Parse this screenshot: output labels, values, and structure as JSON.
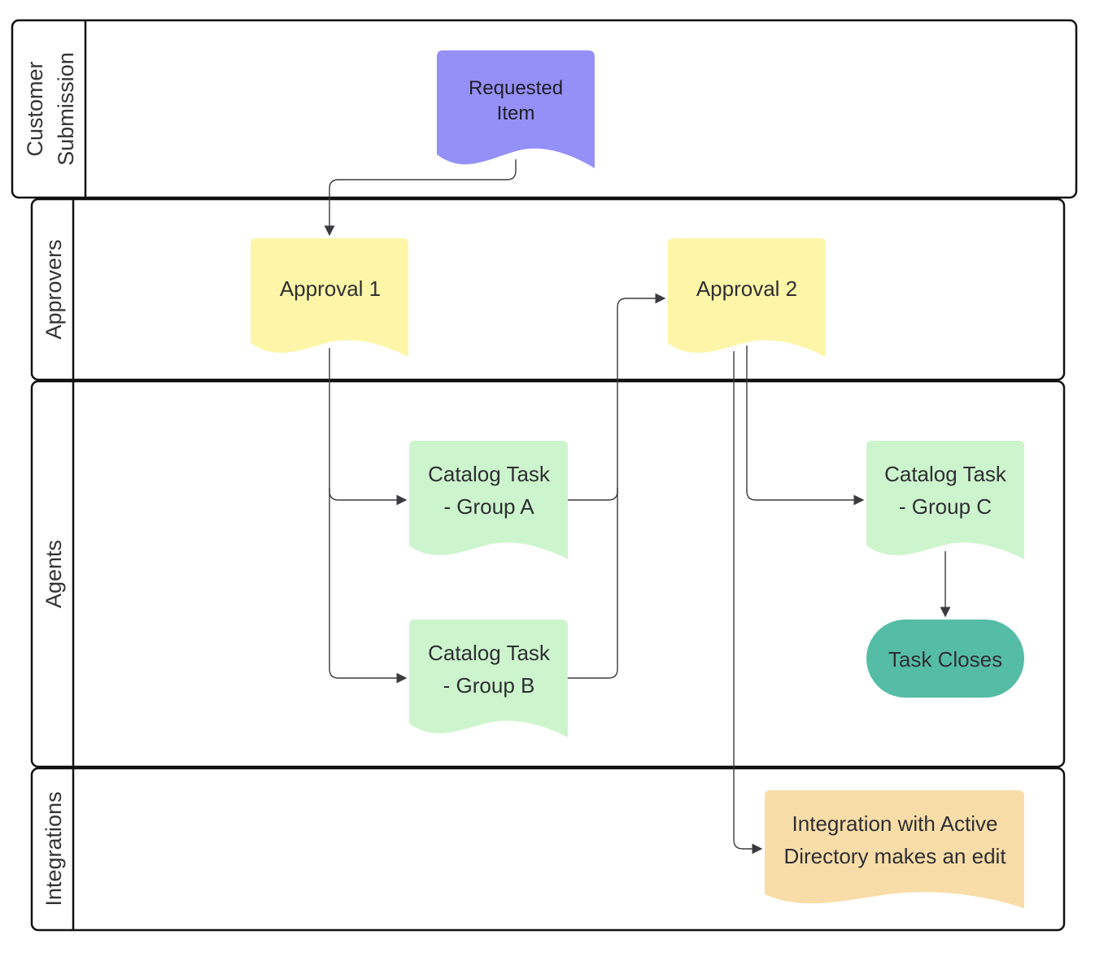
{
  "lanes": [
    {
      "id": "customer",
      "label_line1": "Customer",
      "label_line2": "Submission"
    },
    {
      "id": "approvers",
      "label": "Approvers"
    },
    {
      "id": "agents",
      "label": "Agents"
    },
    {
      "id": "integrations",
      "label": "Integrations"
    }
  ],
  "nodes": {
    "requested_item": {
      "line1": "Requested",
      "line2": "Item",
      "color": "#9490f7"
    },
    "approval_1": {
      "line1": "Approval 1",
      "color": "#fdf6a8"
    },
    "approval_2": {
      "line1": "Approval 2",
      "color": "#fdf6a8"
    },
    "task_a": {
      "line1": "Catalog Task",
      "line2": "- Group A",
      "color": "#cdf5cd"
    },
    "task_b": {
      "line1": "Catalog Task",
      "line2": "- Group B",
      "color": "#cdf5cd"
    },
    "task_c": {
      "line1": "Catalog Task",
      "line2": "- Group C",
      "color": "#cdf5cd"
    },
    "task_closes": {
      "line1": "Task Closes",
      "color": "#55bda6"
    },
    "integration": {
      "line1": "Integration with Active",
      "line2": "Directory makes an edit",
      "color": "#f8dda8"
    }
  },
  "edges": [
    {
      "from": "Requested Item",
      "to": "Approval 1"
    },
    {
      "from": "Approval 1",
      "to": "Catalog Task - Group A"
    },
    {
      "from": "Approval 1",
      "to": "Catalog Task - Group B"
    },
    {
      "from": "Catalog Task - Group A",
      "to": "Approval 2"
    },
    {
      "from": "Catalog Task - Group B",
      "to": "Approval 2"
    },
    {
      "from": "Approval 2",
      "to": "Catalog Task - Group C"
    },
    {
      "from": "Approval 2",
      "to": "Integration with Active Directory makes an edit"
    },
    {
      "from": "Catalog Task - Group C",
      "to": "Task Closes"
    }
  ]
}
